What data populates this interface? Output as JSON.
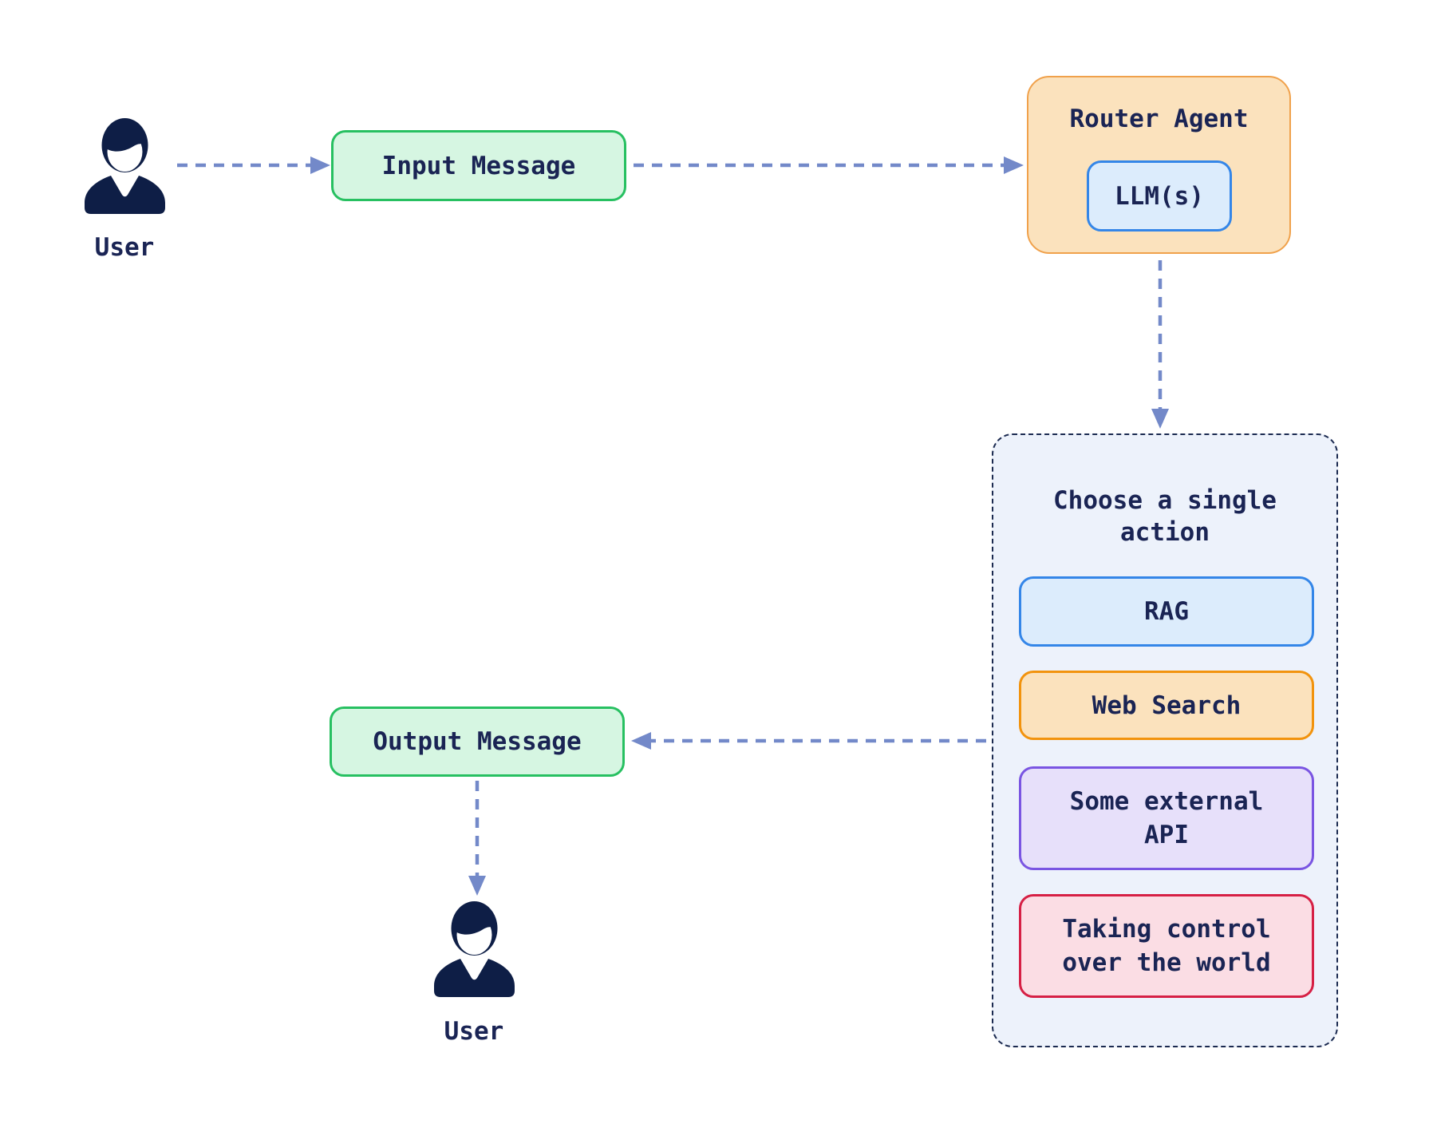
{
  "diagram": {
    "user_top": {
      "label": "User"
    },
    "input_message": {
      "label": "Input Message"
    },
    "router_agent": {
      "title": "Router Agent",
      "llm_label": "LLM(s)"
    },
    "action_box": {
      "title": "Choose a single action",
      "actions": [
        {
          "label": "RAG"
        },
        {
          "label": "Web Search"
        },
        {
          "label": "Some external API"
        },
        {
          "label": "Taking control over the world"
        }
      ]
    },
    "output_message": {
      "label": "Output Message"
    },
    "user_bottom": {
      "label": "User"
    },
    "colors": {
      "text_navy": "#1a2454",
      "icon_navy": "#0e1e46",
      "arrow_blue": "#7389c9",
      "green_fill": "#d6f6e2",
      "green_border": "#27c061",
      "orange_fill": "#fbe2bd",
      "orange_border": "#f2930d",
      "router_border": "#f0a14b",
      "blue_fill": "#dcecfc",
      "blue_border": "#3486e8",
      "purple_fill": "#e7e0fa",
      "purple_border": "#7a55e2",
      "red_fill": "#fbdde4",
      "red_border": "#d62045",
      "container_fill": "#edf2fb",
      "container_border": "#1b2a50",
      "background": "#ffffff"
    }
  }
}
